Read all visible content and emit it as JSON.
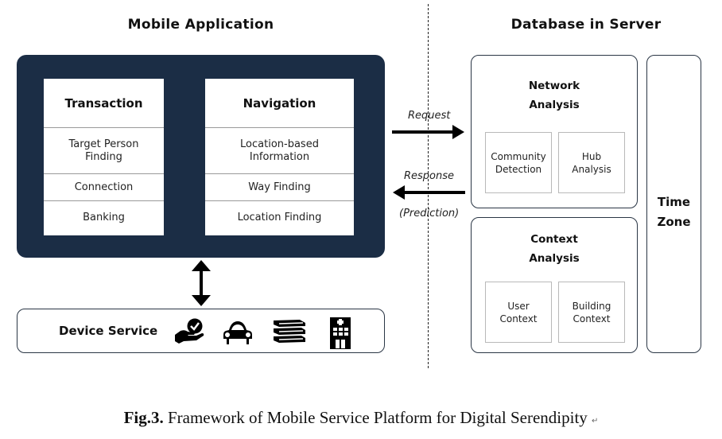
{
  "mobile_app": {
    "title": "Mobile Application",
    "transaction": {
      "header": "Transaction",
      "items": [
        "Target Person Finding",
        "Connection",
        "Banking"
      ]
    },
    "navigation": {
      "header": "Navigation",
      "items": [
        "Location-based Information",
        "Way Finding",
        "Location Finding"
      ]
    }
  },
  "arrows": {
    "request_label": "Request",
    "response_label": "Response",
    "prediction_label": "(Prediction)"
  },
  "device_service": {
    "label": "Device Service",
    "icons": [
      "hand-check-icon",
      "car-icon",
      "books-icon",
      "hospital-icon"
    ]
  },
  "server": {
    "title": "Database in Server",
    "network_analysis": {
      "title_line1": "Network",
      "title_line2": "Analysis",
      "items": [
        "Community Detection",
        "Hub Analysis"
      ]
    },
    "context_analysis": {
      "title_line1": "Context",
      "title_line2": "Analysis",
      "items": [
        "User Context",
        "Building Context"
      ]
    },
    "time_zone": {
      "line1": "Time",
      "line2": "Zone"
    }
  },
  "caption": {
    "label": "Fig.3.",
    "text": " Framework of Mobile Service Platform for Digital Serendipity",
    "mark": "↵"
  },
  "colors": {
    "panel": "#1b2d45",
    "outline": "#2a3645"
  }
}
